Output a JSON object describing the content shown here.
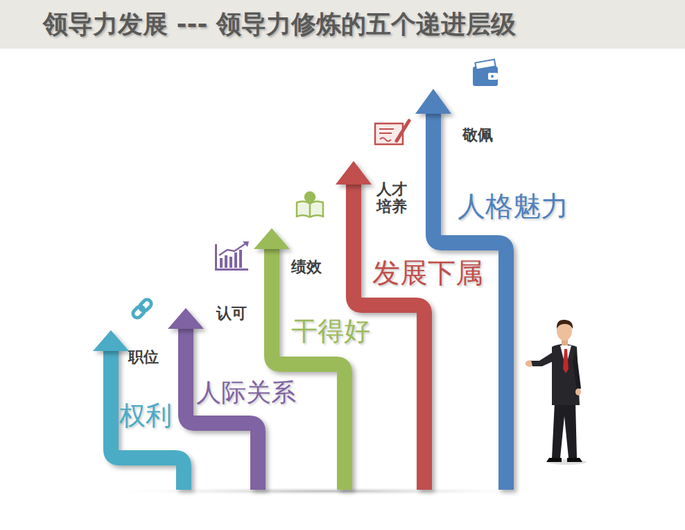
{
  "diagram": {
    "title": "领导力发展 --- 领导力修炼的五个递进层级",
    "labels": [
      "职位",
      "权利",
      "认可",
      "人际关系",
      "绩效",
      "干得好",
      "人才 培养",
      "发展下属",
      "敬佩",
      "人格魅力"
    ]
  }
}
